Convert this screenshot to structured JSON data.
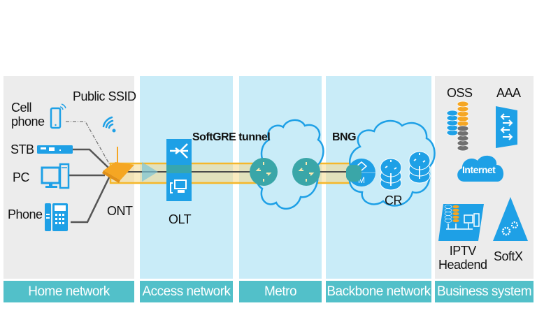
{
  "sections": [
    {
      "id": "home",
      "label": "Home network"
    },
    {
      "id": "access",
      "label": "Access network"
    },
    {
      "id": "metro",
      "label": "Metro"
    },
    {
      "id": "backbone",
      "label": "Backbone network"
    },
    {
      "id": "business",
      "label": "Business system"
    }
  ],
  "home": {
    "cell_phone": "Cell\nphone",
    "public_ssid": "Public SSID",
    "stb": "STB",
    "pc": "PC",
    "phone": "Phone",
    "ont": "ONT"
  },
  "access": {
    "olt": "OLT"
  },
  "tunnel": {
    "label": "SoftGRE tunnel"
  },
  "backbone": {
    "bng": "BNG",
    "cr": "CR"
  },
  "business": {
    "oss": "OSS",
    "aaa": "AAA",
    "internet": "Internet",
    "iptv": "IPTV\nHeadend",
    "softx": "SoftX"
  },
  "colors": {
    "icon_blue": "#1ea0e6",
    "router_teal": "#3aa6a8",
    "tunnel_orange": "#f5b72a",
    "ont_orange": "#f5a623",
    "label_teal": "#52c0c9",
    "panel_blue": "#c9ecf8",
    "panel_gray": "#ececec"
  }
}
